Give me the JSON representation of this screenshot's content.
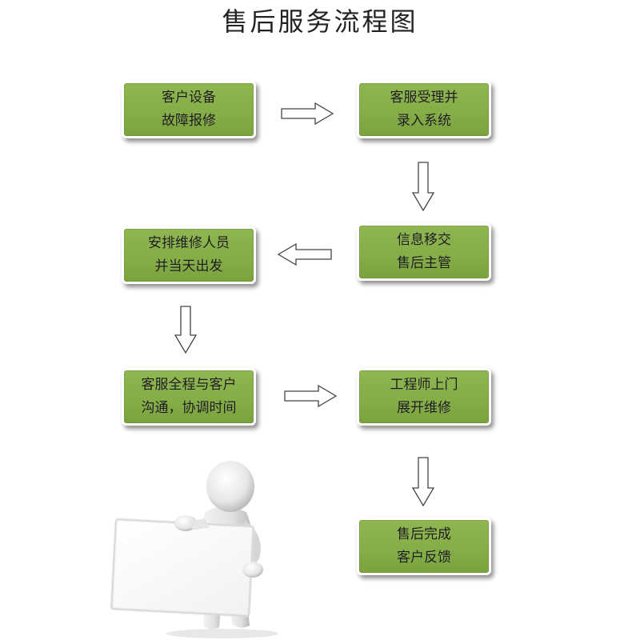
{
  "title": "售后服务流程图",
  "steps": [
    {
      "line1": "客户设备",
      "line2": "故障报修"
    },
    {
      "line1": "客服受理并",
      "line2": "录入系统"
    },
    {
      "line1": "信息移交",
      "line2": "售后主管"
    },
    {
      "line1": "安排维修人员",
      "line2": "并当天出发"
    },
    {
      "line1": "客服全程与客户",
      "line2": "沟通，协调时间"
    },
    {
      "line1": "工程师上门",
      "line2": "展开维修"
    },
    {
      "line1": "售后完成",
      "line2": "客户反馈"
    }
  ],
  "colors": {
    "box_fill": "#86ae48",
    "box_border": "#ffffff",
    "arrow_stroke": "#444444",
    "text": "#1a1a1a"
  },
  "icons": {
    "arrow_right": "hollow-arrow-right-icon",
    "arrow_down": "hollow-arrow-down-icon",
    "arrow_left": "hollow-arrow-left-icon",
    "figure": "3d-person-holding-blank-board-illustration"
  }
}
